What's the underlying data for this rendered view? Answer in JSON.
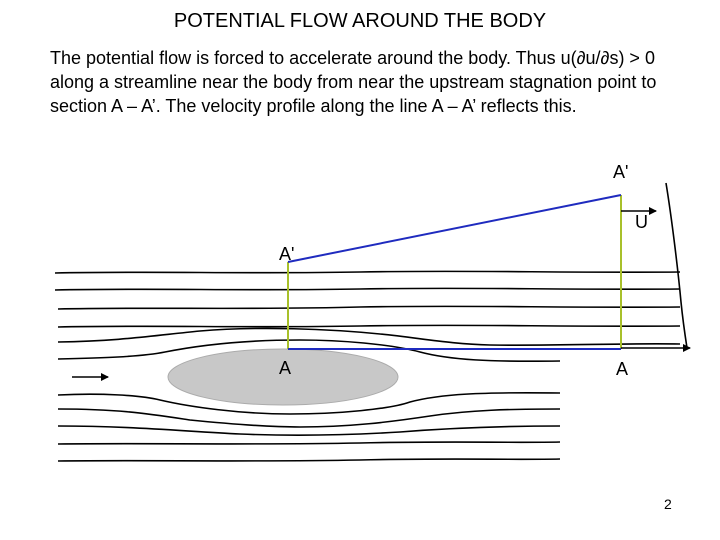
{
  "slide": {
    "title": "POTENTIAL FLOW AROUND THE BODY",
    "body": "The potential flow is forced to accelerate around the body.  Thus u(∂u/∂s) > 0 along a streamline near the body from near the upstream stagnation point to section A – A’.  The velocity profile along the line A – A’ reflects this.",
    "page_number": "2"
  },
  "diagram": {
    "labels": {
      "a_prime_left": "A'",
      "a_left": "A",
      "a_prime_right": "A'",
      "a_right": "A",
      "u": "U"
    },
    "colors": {
      "profile_line": "#1f2bbf",
      "section_line": "#a8c02a",
      "body_fill": "#c8c8c8",
      "streamline": "#000000"
    }
  }
}
